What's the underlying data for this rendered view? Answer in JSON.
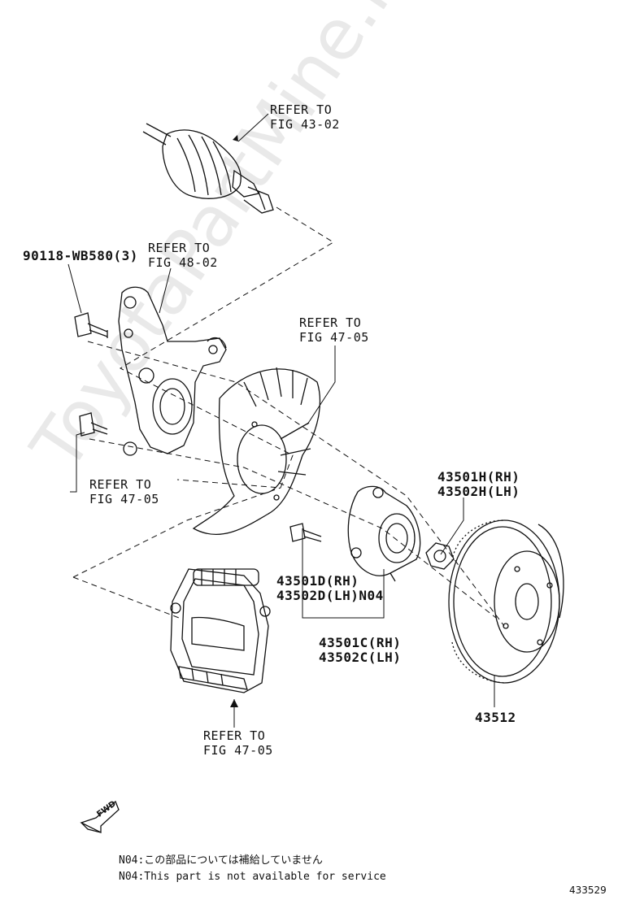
{
  "watermark": "ToyotaPartMine.ru",
  "labels": {
    "refer_driveshaft": "REFER TO\nFIG 43-02",
    "bolt_part": "90118-WB580(3)",
    "refer_knuckle": "REFER TO\nFIG 48-02",
    "refer_dust_cover": "REFER TO\nFIG 47-05",
    "refer_lower_bolt": "REFER TO\nFIG 47-05",
    "refer_caliper": "REFER TO\nFIG 47-05",
    "hub_nut": "43501H(RH)\n43502H(LH)",
    "hub_bolt": "43501D(RH)\n43502D(LH)N04",
    "hub_assembly": "43501C(RH)\n43502C(LH)",
    "disc": "43512"
  },
  "direction_mark": "FWD",
  "notes": {
    "jp": "N04:この部品については補給していません",
    "en": "N04:This part is not available for service"
  },
  "figure_number": "433529",
  "colors": {
    "line": "#111111",
    "watermark": "#e9e9e9"
  }
}
